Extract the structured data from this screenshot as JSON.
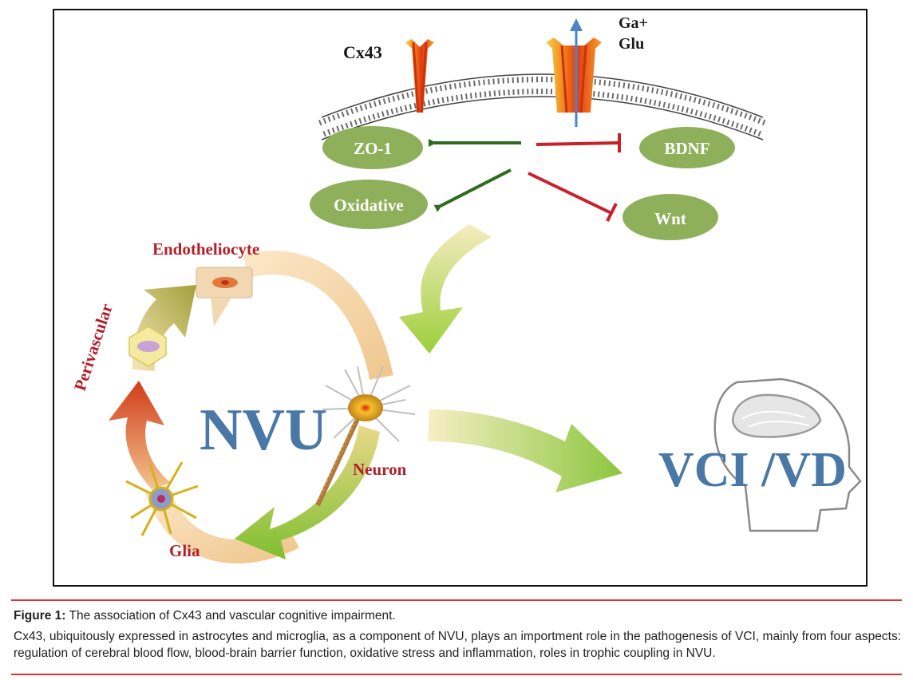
{
  "colors": {
    "accent_red": "#e0312b",
    "label_red": "#b3202a",
    "node_green": "#8fb05a",
    "big_text_blue": "#4a78a6",
    "frame": "#111111"
  },
  "diagram": {
    "membrane": {
      "channel_label": "Cx43",
      "release_label_line1": "Ga+",
      "release_label_line2": "Glu"
    },
    "nodes": {
      "zo1": "ZO-1",
      "bdnf": "BDNF",
      "oxidative": "Oxidative",
      "wnt": "Wnt"
    },
    "cycle": {
      "center_label": "NVU",
      "endotheliocyte": "Endotheliocyte",
      "perivascular": "Perivascular",
      "neuron": "Neuron",
      "glia": "Glia"
    },
    "outcome": "VCI /VD",
    "icons": [
      "channel-icon",
      "brain-head-icon",
      "neuron-icon",
      "glia-icon",
      "endothelial-cell-icon",
      "pericyte-icon"
    ]
  },
  "caption": {
    "label": "Figure 1:",
    "title": "The association of Cx43 and vascular cognitive impairment.",
    "description": "Cx43, ubiquitously expressed in astrocytes and microglia, as a component of NVU, plays an importment role in the pathogenesis of VCI, mainly from four aspects: regulation of cerebral blood flow, blood-brain barrier function, oxidative stress and inflammation, roles in trophic coupling in NVU."
  }
}
